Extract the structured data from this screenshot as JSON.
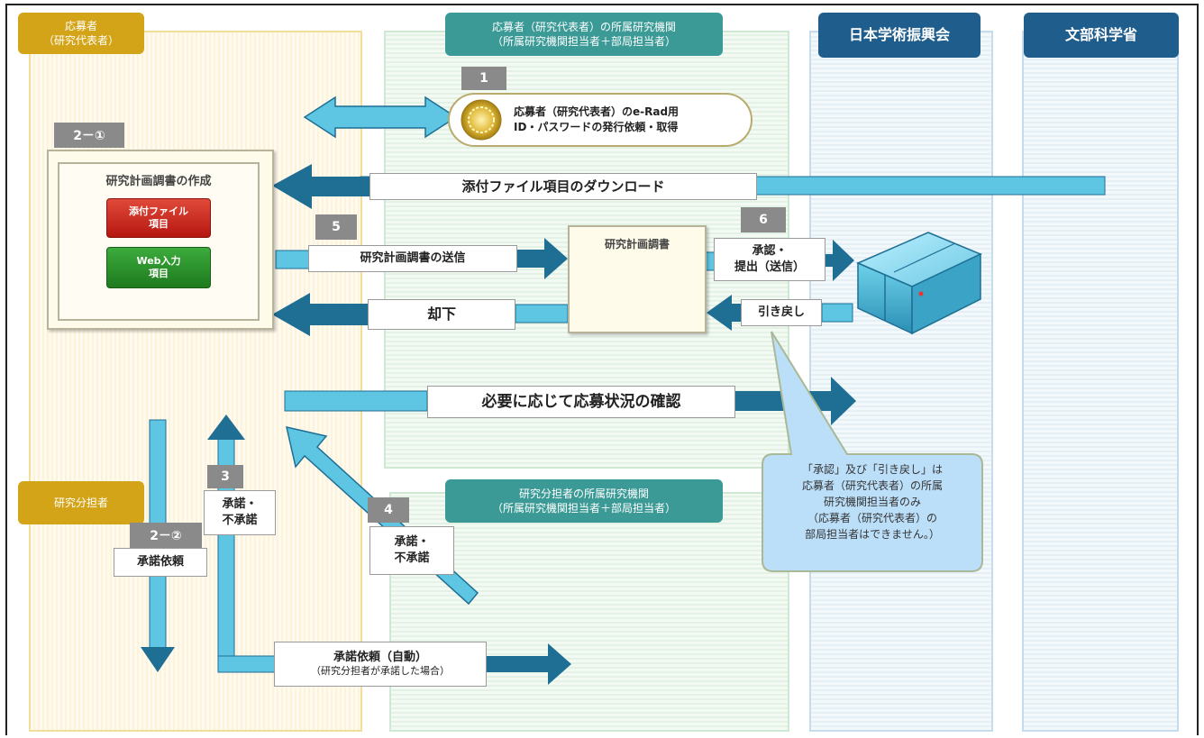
{
  "headers": {
    "applicant": "応募者\n（研究代表者）",
    "applicant_institution": "応募者（研究代表者）の所属研究機関\n（所属研究機関担当者＋部局担当者）",
    "jsps": "日本学術振興会",
    "mext": "文部科学省",
    "co_investigator": "研究分担者",
    "co_investigator_institution": "研究分担者の所属研究機関\n（所属研究機関担当者＋部局担当者）"
  },
  "steps": {
    "s1": "1",
    "s2_1": "2－①",
    "s2_2": "2－②",
    "s3": "3",
    "s4": "4",
    "s5": "5",
    "s6": "6"
  },
  "boxes": {
    "erad_id": "応募者（研究代表者）のe-Rad用\nID・パスワードの発行依頼・取得",
    "create_plan": "研究計画調書の作成",
    "attach_file_item": "添付ファイル\n項目",
    "web_input_item": "Web入力\n項目",
    "plan_doc": "研究計画調書"
  },
  "labels": {
    "download": "添付ファイル項目のダウンロード",
    "send_plan": "研究計画調書の送信",
    "reject": "却下",
    "approve_submit": "承認・\n提出（送信）",
    "pull_back": "引き戻し",
    "check_status": "必要に応じて応募状況の確認",
    "consent_request": "承諾依頼",
    "consent_3": "承諾・\n不承諾",
    "consent_4": "承諾・\n不承諾",
    "auto_request": "承諾依頼（自動）",
    "auto_request_note": "（研究分担者が承諾した場合）"
  },
  "callout": "「承認」及び「引き戻し」は\n応募者（研究代表者）の所属\n研究機関担当者のみ\n（応募者（研究代表者）の\n部局担当者はできません。）",
  "colors": {
    "arrow_dark": "#1f6f94",
    "arrow_light": "#5ec6e3",
    "gold": "#d4a418",
    "teal": "#3b9a96",
    "navy": "#1f5d8c",
    "attach_red": "#c9231c",
    "web_green": "#2b8f2b",
    "callout_blue": "#bcdff9"
  },
  "icons": [
    "seal-icon",
    "word-doc-icon",
    "web-input-icon",
    "pdf-document-icon",
    "server-icon"
  ]
}
